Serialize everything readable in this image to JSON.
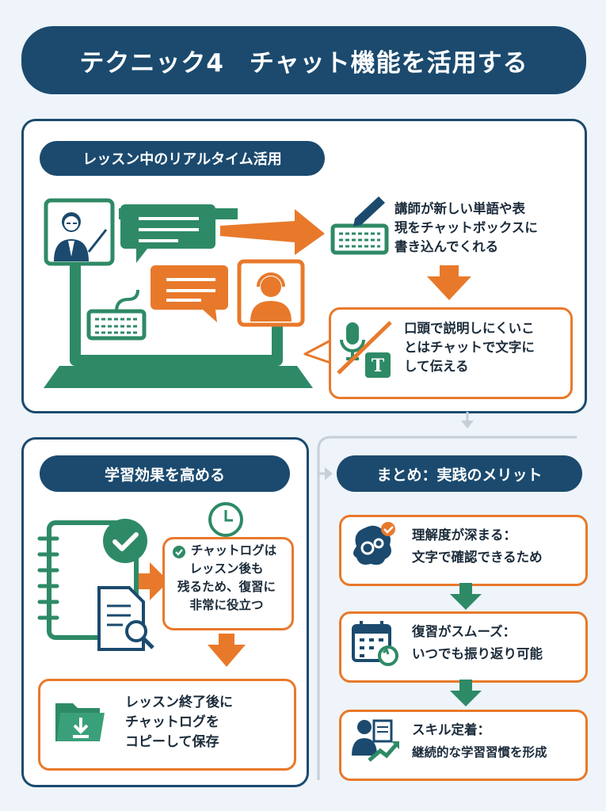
{
  "title": "テクニック4　チャット機能を活用する",
  "realtime": {
    "heading": "レッスン中のリアルタイム活用",
    "step1": [
      "講師が新しい単語や表",
      "現をチャットボックスに",
      "書き込んでくれる"
    ],
    "step2": [
      "口頭で説明しにくいこ",
      "とはチャットで文字に",
      "して伝える"
    ],
    "t_glyph": "T"
  },
  "learning": {
    "heading": "学習効果を高める",
    "note": [
      "チャットログは",
      "レッスン後も",
      "残るため、復習に",
      "非常に役立つ"
    ],
    "save": [
      "レッスン終了後に",
      "チャットログを",
      "コピーして保存"
    ]
  },
  "summary": {
    "heading": "まとめ：実践のメリット",
    "items": [
      {
        "title": "理解度が深まる：",
        "desc": "文字で確認できるため"
      },
      {
        "title": "復習がスムーズ：",
        "desc": "いつでも振り返り可能"
      },
      {
        "title": "スキル定着：",
        "desc": "継続的な学習習慣を形成"
      }
    ]
  },
  "colors": {
    "navy": "#1b4a6e",
    "green": "#2e8a66",
    "orange": "#e8792b",
    "background": "#eef4f9"
  }
}
